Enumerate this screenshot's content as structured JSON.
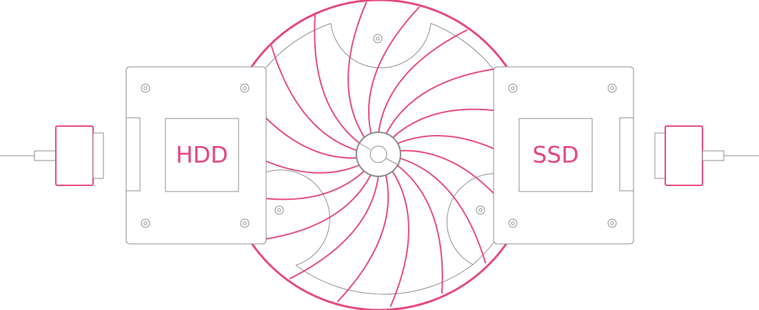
{
  "drives": {
    "left": {
      "label": "HDD"
    },
    "right": {
      "label": "SSD"
    }
  },
  "colors": {
    "accent": "#e5447a",
    "outline": "#888888",
    "background": "#ffffff"
  },
  "fan": {
    "blade_count": 18
  }
}
